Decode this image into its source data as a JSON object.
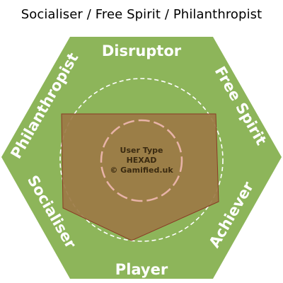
{
  "title": "Socialiser / Free Spirit / Philanthropist",
  "colors": {
    "hexagon_fill": "#8DB55A",
    "polygon_fill": "#9C7A45",
    "polygon_stroke": "#8A3A25",
    "outer_circle": "#ffffff",
    "inner_circle": "#E8B3A8",
    "center_text": "#3A2A10"
  },
  "sides": {
    "top": "Disruptor",
    "top_right": "Free Spirit",
    "bottom_right": "Achiever",
    "bottom": "Player",
    "bottom_left": "Socialiser",
    "top_left": "Philanthropist"
  },
  "center": {
    "line1": "User Type",
    "line2": "HEXAD",
    "line3": "© Gamified.uk"
  }
}
